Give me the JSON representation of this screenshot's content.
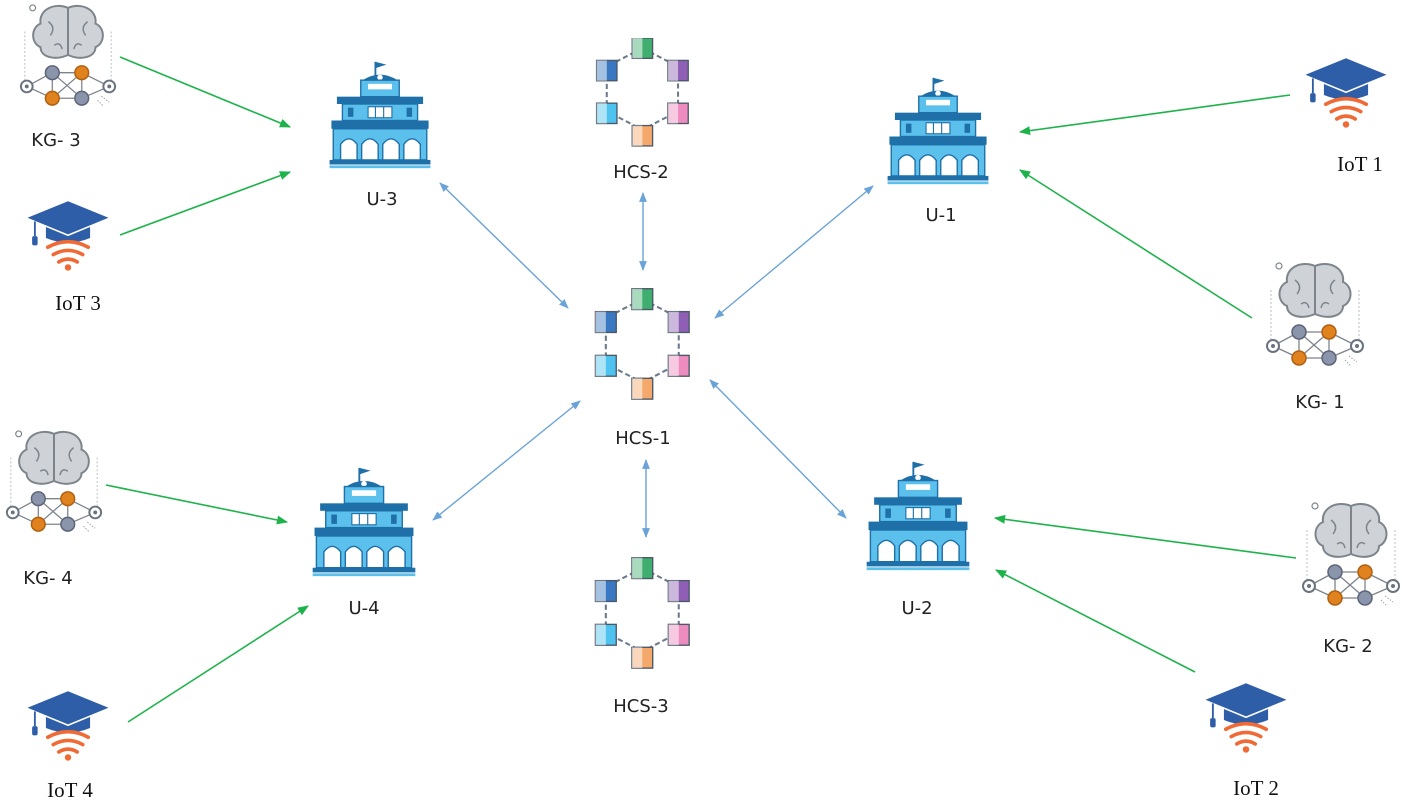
{
  "colors": {
    "green_arrow": "#1db34a",
    "blue_arrow": "#6aa3d8",
    "building_body": "#5bc0eb",
    "building_dark": "#1f6fa8",
    "cap": "#2f5ea8",
    "wifi": "#f06a35",
    "brain": "#cfd3d8",
    "node_orange": "#e0821e",
    "node_gray": "#8a94ab"
  },
  "nodes": {
    "universities": [
      {
        "id": "U-1",
        "label": "U-1"
      },
      {
        "id": "U-2",
        "label": "U-2"
      },
      {
        "id": "U-3",
        "label": "U-3"
      },
      {
        "id": "U-4",
        "label": "U-4"
      }
    ],
    "chains": [
      {
        "id": "HCS-1",
        "label": "HCS-1"
      },
      {
        "id": "HCS-2",
        "label": "HCS-2"
      },
      {
        "id": "HCS-3",
        "label": "HCS-3"
      }
    ],
    "knowledge_graphs": [
      {
        "id": "KG-1",
        "label": "KG- 1"
      },
      {
        "id": "KG-2",
        "label": "KG- 2"
      },
      {
        "id": "KG-3",
        "label": "KG- 3"
      },
      {
        "id": "KG-4",
        "label": "KG- 4"
      }
    ],
    "iot": [
      {
        "id": "IoT-1",
        "label": "IoT 1"
      },
      {
        "id": "IoT-2",
        "label": "IoT 2"
      },
      {
        "id": "IoT-3",
        "label": "IoT 3"
      },
      {
        "id": "IoT-4",
        "label": "IoT 4"
      }
    ]
  },
  "edges": [
    {
      "from": "KG-3",
      "to": "U-3",
      "kind": "one-way"
    },
    {
      "from": "IoT-3",
      "to": "U-3",
      "kind": "one-way"
    },
    {
      "from": "IoT-1",
      "to": "U-1",
      "kind": "one-way"
    },
    {
      "from": "KG-1",
      "to": "U-1",
      "kind": "one-way"
    },
    {
      "from": "KG-4",
      "to": "U-4",
      "kind": "one-way"
    },
    {
      "from": "IoT-4",
      "to": "U-4",
      "kind": "one-way"
    },
    {
      "from": "KG-2",
      "to": "U-2",
      "kind": "one-way"
    },
    {
      "from": "IoT-2",
      "to": "U-2",
      "kind": "one-way"
    },
    {
      "from": "U-3",
      "to": "HCS-1",
      "kind": "two-way"
    },
    {
      "from": "U-1",
      "to": "HCS-1",
      "kind": "two-way"
    },
    {
      "from": "U-4",
      "to": "HCS-1",
      "kind": "two-way"
    },
    {
      "from": "U-2",
      "to": "HCS-1",
      "kind": "two-way"
    },
    {
      "from": "HCS-2",
      "to": "HCS-1",
      "kind": "two-way"
    },
    {
      "from": "HCS-3",
      "to": "HCS-1",
      "kind": "two-way"
    }
  ]
}
